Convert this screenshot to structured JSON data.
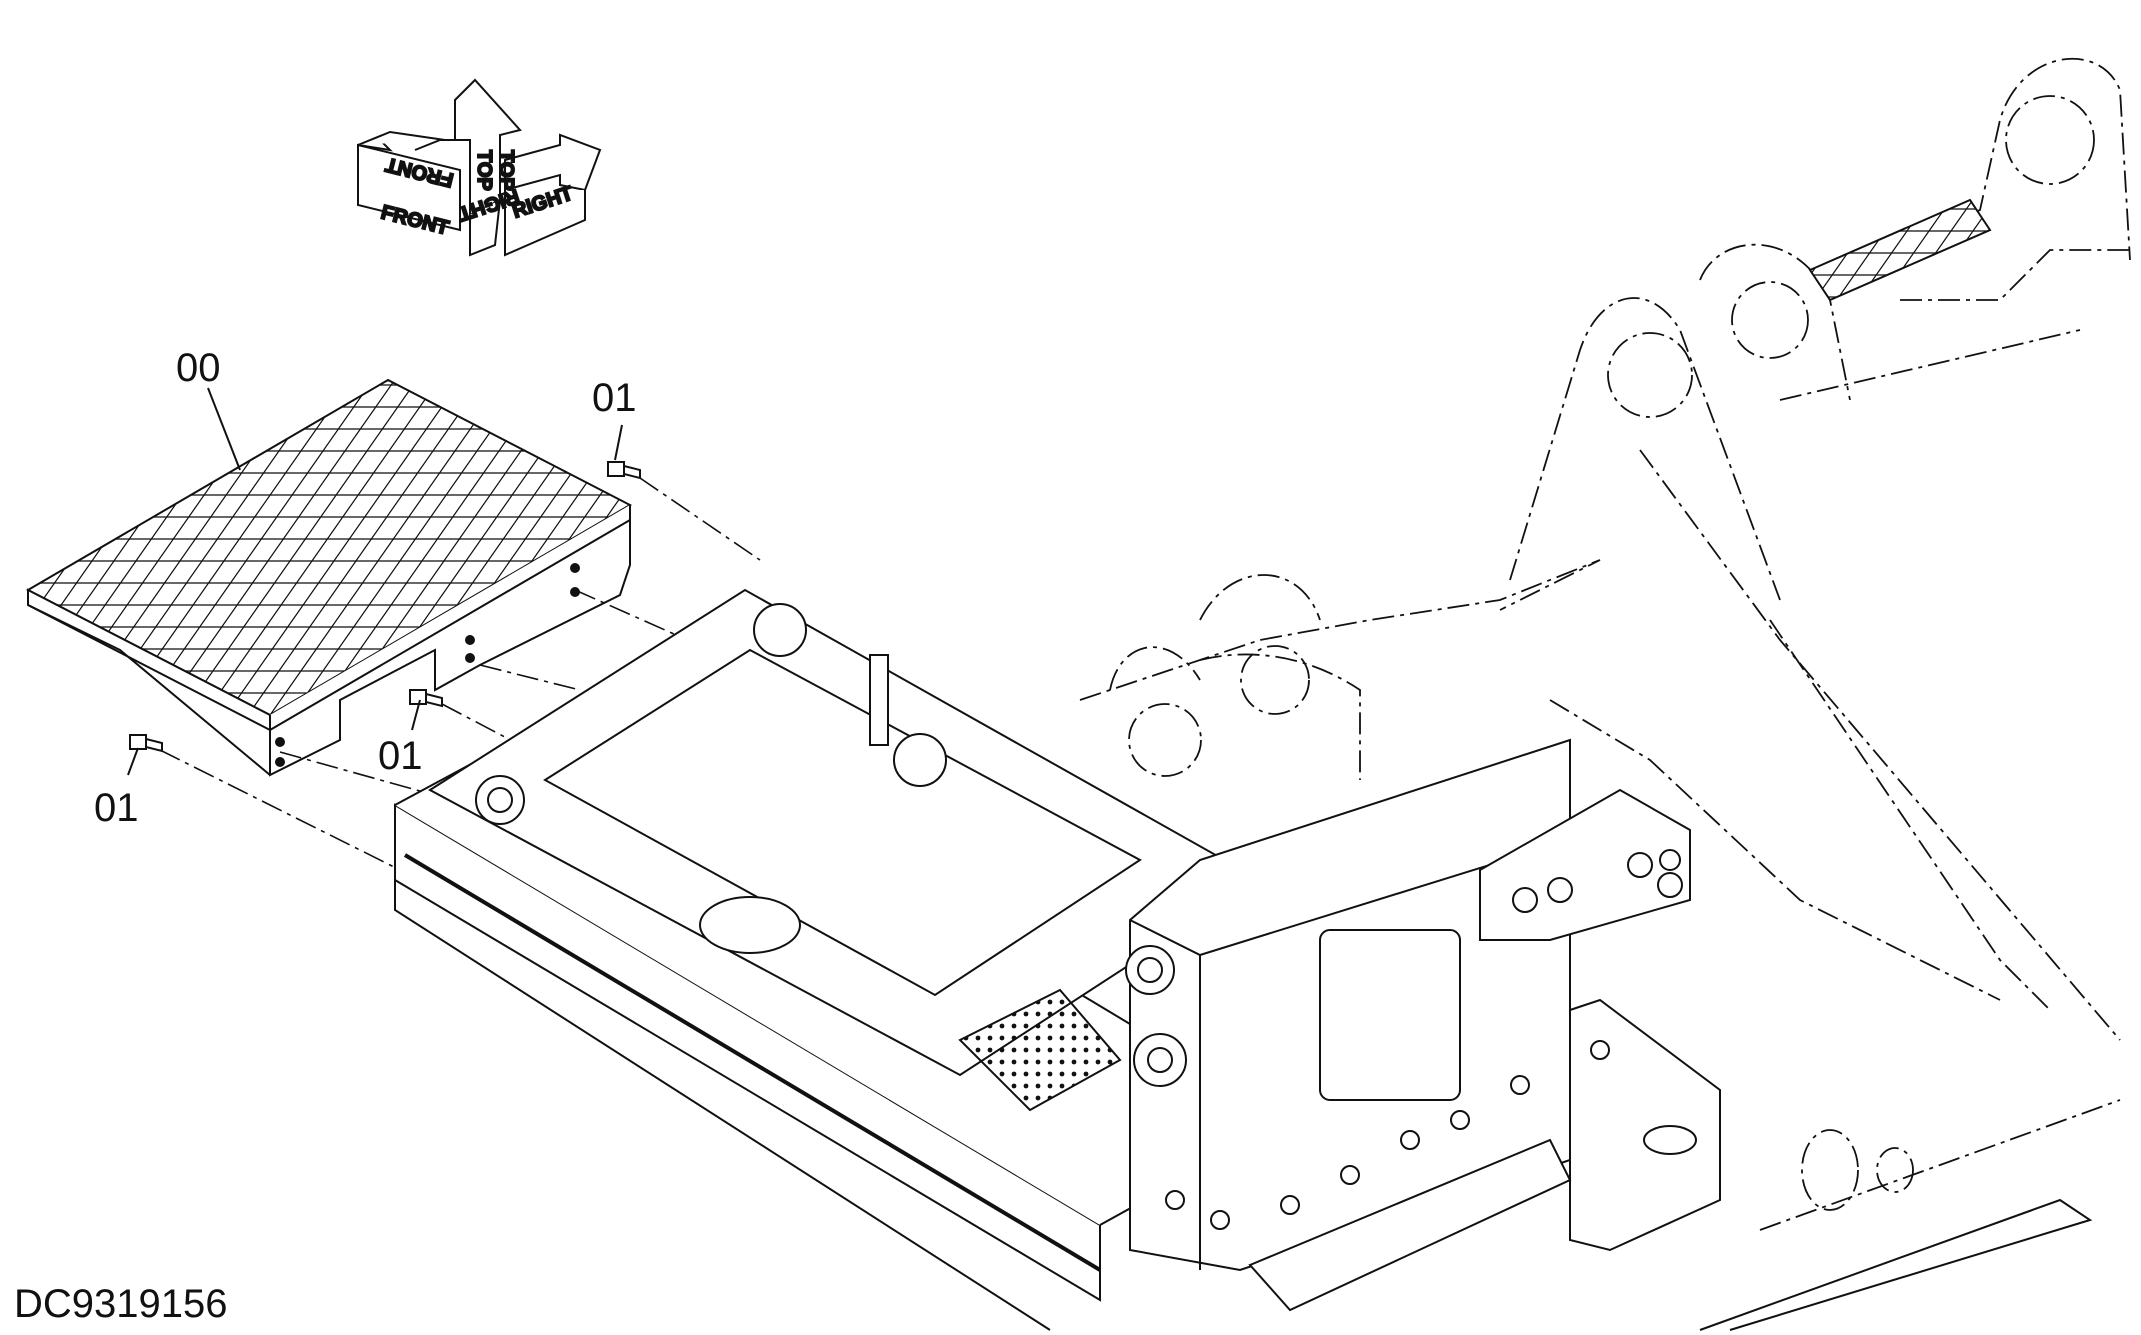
{
  "orientation": {
    "front_label": "FRONT",
    "top_label": "TOP",
    "right_label": "RIGHT",
    "front_mirror": "FRONT",
    "top_mirror": "TOP",
    "right_mirror": "RIGHT"
  },
  "callouts": {
    "step_panel": "00",
    "bolt_upper": "01",
    "bolt_middle": "01",
    "bolt_lower": "01"
  },
  "drawing_number": "DC9319156"
}
